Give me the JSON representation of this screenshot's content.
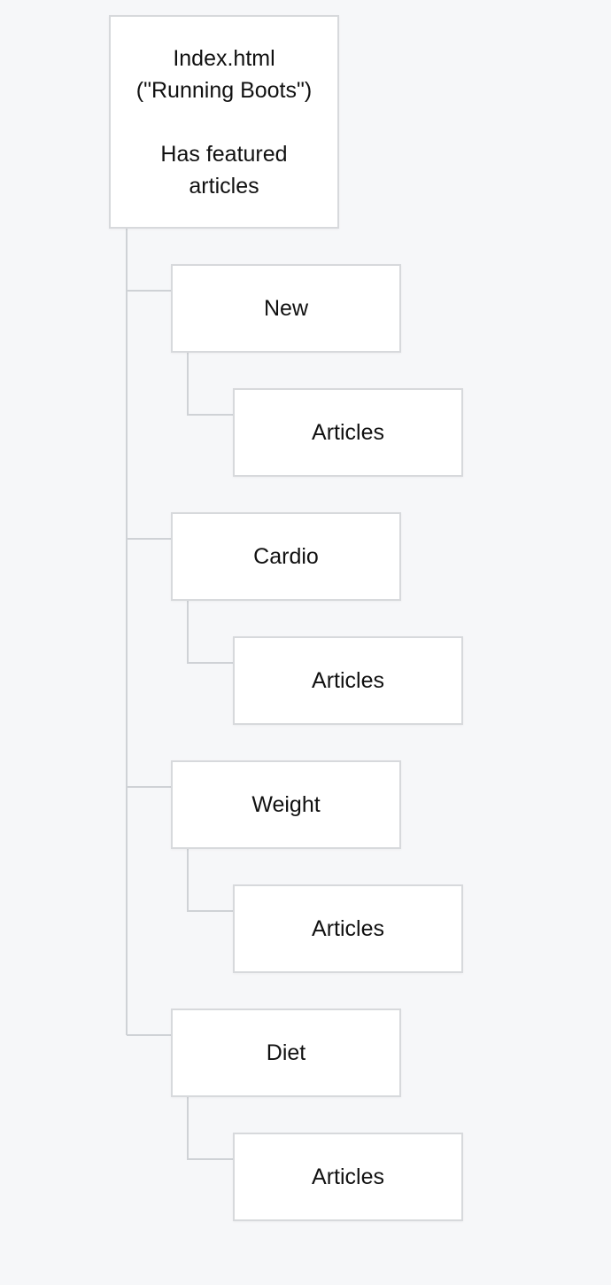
{
  "root": {
    "title": "Index.html\n(\"Running Boots\")",
    "description": "Has featured\narticles"
  },
  "sections": [
    {
      "label": "New",
      "child": "Articles"
    },
    {
      "label": "Cardio",
      "child": "Articles"
    },
    {
      "label": "Weight",
      "child": "Articles"
    },
    {
      "label": "Diet",
      "child": "Articles"
    }
  ],
  "colors": {
    "background": "#f6f7f9",
    "node_fill": "#ffffff",
    "node_border": "#d7d9dc",
    "connector": "#cfd2d6",
    "text": "#111111"
  }
}
